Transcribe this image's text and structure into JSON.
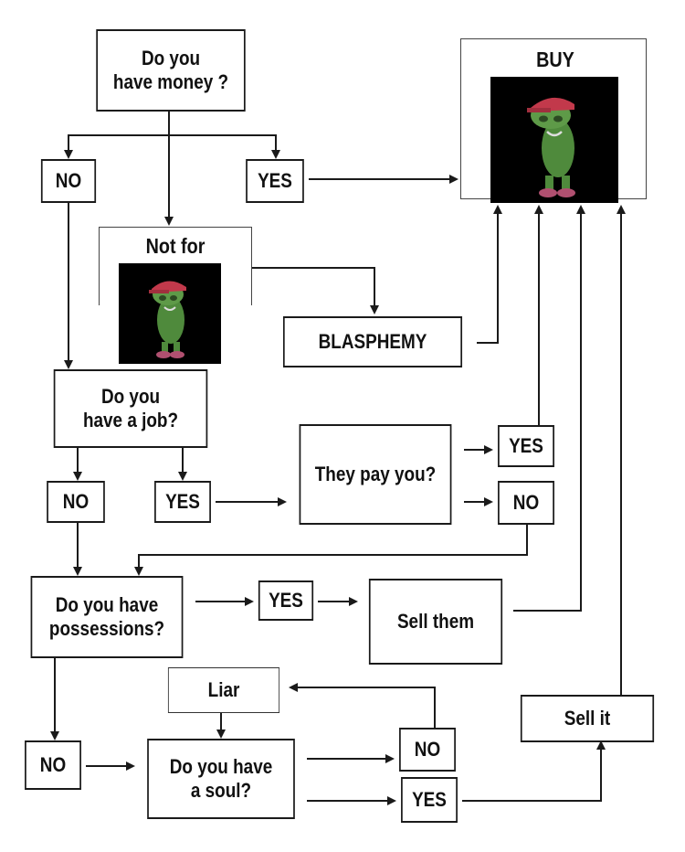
{
  "nodes": {
    "have_money": [
      "Do you",
      "have money ?"
    ],
    "no_1": "NO",
    "yes_1": "YES",
    "not_for": "Not for",
    "blasphemy": "BLASPHEMY",
    "buy": "BUY",
    "have_job": [
      "Do you",
      "have a job?"
    ],
    "no_2": "NO",
    "yes_2": "YES",
    "they_pay": "They pay you?",
    "yes_3": "YES",
    "no_3": "NO",
    "have_possessions": [
      "Do you have",
      "possessions?"
    ],
    "yes_4": "YES",
    "sell_them": "Sell them",
    "liar": "Liar",
    "no_4": "NO",
    "have_soul": [
      "Do you have",
      "a soul?"
    ],
    "no_5": "NO",
    "yes_5": "YES",
    "sell_it": "Sell it"
  },
  "images": {
    "buy_image": "green-frog-character-red-cap",
    "not_for_image": "green-frog-character-red-cap"
  },
  "colors": {
    "line": "#1a1a1a",
    "box_border": "#1a1a1a",
    "image_bg": "#000000",
    "frog_green": "#4f8a3c",
    "cap_red": "#c2394b"
  }
}
